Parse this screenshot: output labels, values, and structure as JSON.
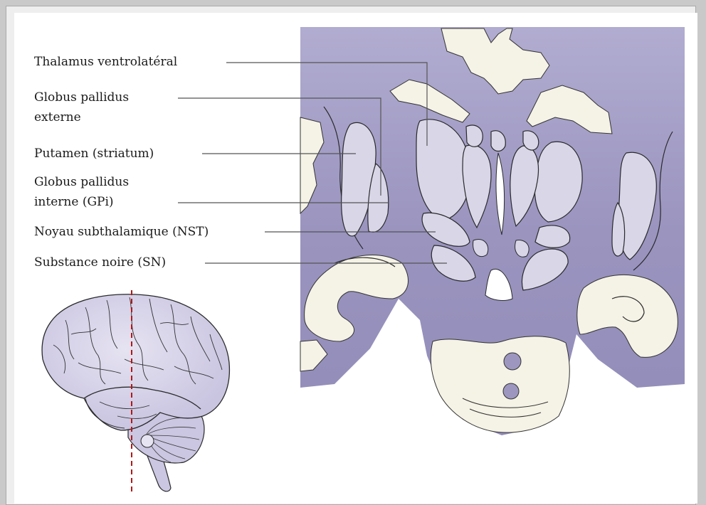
{
  "labels": {
    "thalamus": "Thalamus ventrolatéral",
    "gpe_line1": "Globus pallidus",
    "gpe_line2": "externe",
    "putamen": "Putamen (striatum)",
    "gpi_line1": "Globus pallidus",
    "gpi_line2": "interne (GPi)",
    "nst": "Noyau subthalamique (NST)",
    "sn": "Substance noire (SN)"
  },
  "colors": {
    "section_background": "#9d97c0",
    "nucleus_fill": "#d9d6e8",
    "white_matter": "#f5f2e6",
    "leader_line": "#555555",
    "cut_line": "#b01818"
  },
  "icons": {
    "coronal_section": "coronal-brain-section-illustration",
    "brain_lateral": "lateral-brain-view-illustration",
    "cut_line": "section-plane-dashed-line"
  }
}
